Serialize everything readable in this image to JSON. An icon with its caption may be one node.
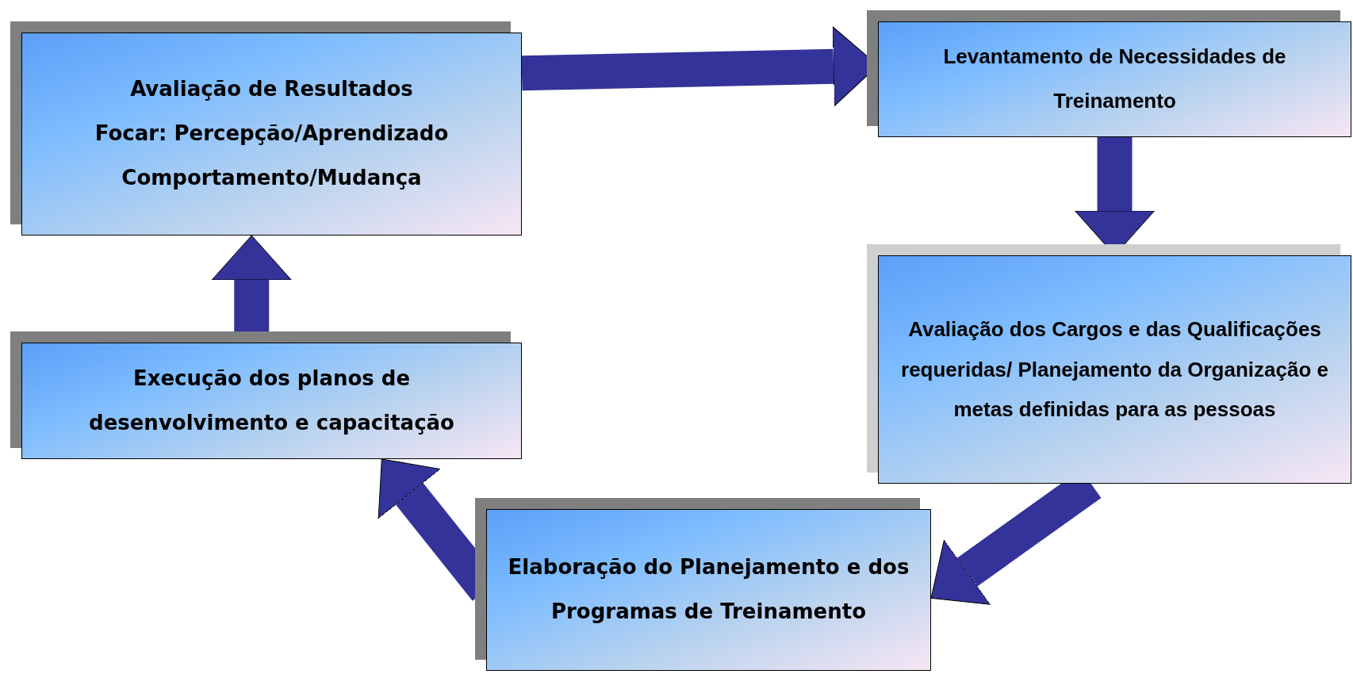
{
  "diagram": {
    "nodes": [
      {
        "text": [
          "Avaliação de Resultados",
          "Focar: Percepção/Aprendizado",
          "Comportamento/Mudança"
        ]
      },
      {
        "text": [
          "Levantamento de Necessidades de Treinamento"
        ]
      },
      {
        "text": [
          "Avaliação dos Cargos e das Qualificações requeridas/ Planejamento da Organização e metas definidas para as pessoas"
        ]
      },
      {
        "text": [
          "Elaboração do Planejamento e dos Programas de Treinamento"
        ]
      },
      {
        "text": [
          "Execução dos planos de desenvolvimento e capacitação"
        ]
      }
    ],
    "edges": [
      {
        "from": 0,
        "to": 1,
        "arrow": "to"
      },
      {
        "from": 1,
        "to": 2,
        "arrow": "to"
      },
      {
        "from": 2,
        "to": 3,
        "arrow": "to"
      },
      {
        "from": 3,
        "to": 4,
        "arrow": "to"
      },
      {
        "from": 4,
        "to": 0,
        "arrow": "to"
      }
    ]
  }
}
